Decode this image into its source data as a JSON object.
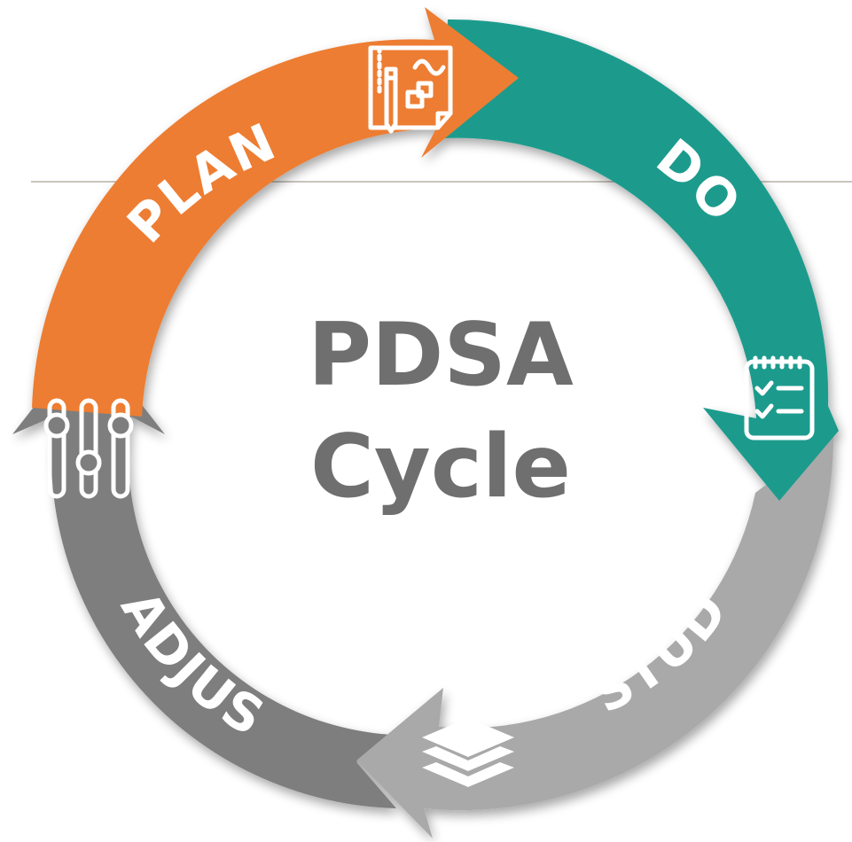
{
  "diagram": {
    "title_line1": "PDSA",
    "title_line2": "Cycle",
    "colors": {
      "plan": "#ED7D31",
      "do": "#1F9B8D",
      "study": "#A9A9A9",
      "adjust": "#7E7E7E",
      "title": "#6F6F6F",
      "rule": "#B8B2A8"
    },
    "segments": [
      {
        "key": "plan",
        "label": "PLAN",
        "icon": "blueprint-drawing-icon"
      },
      {
        "key": "do",
        "label": "DO",
        "icon": "checklist-notepad-icon"
      },
      {
        "key": "study",
        "label": "STUDY",
        "icon": "stacked-layers-icon"
      },
      {
        "key": "adjust",
        "label": "ADJUST",
        "icon": "sliders-adjust-icon"
      }
    ]
  }
}
